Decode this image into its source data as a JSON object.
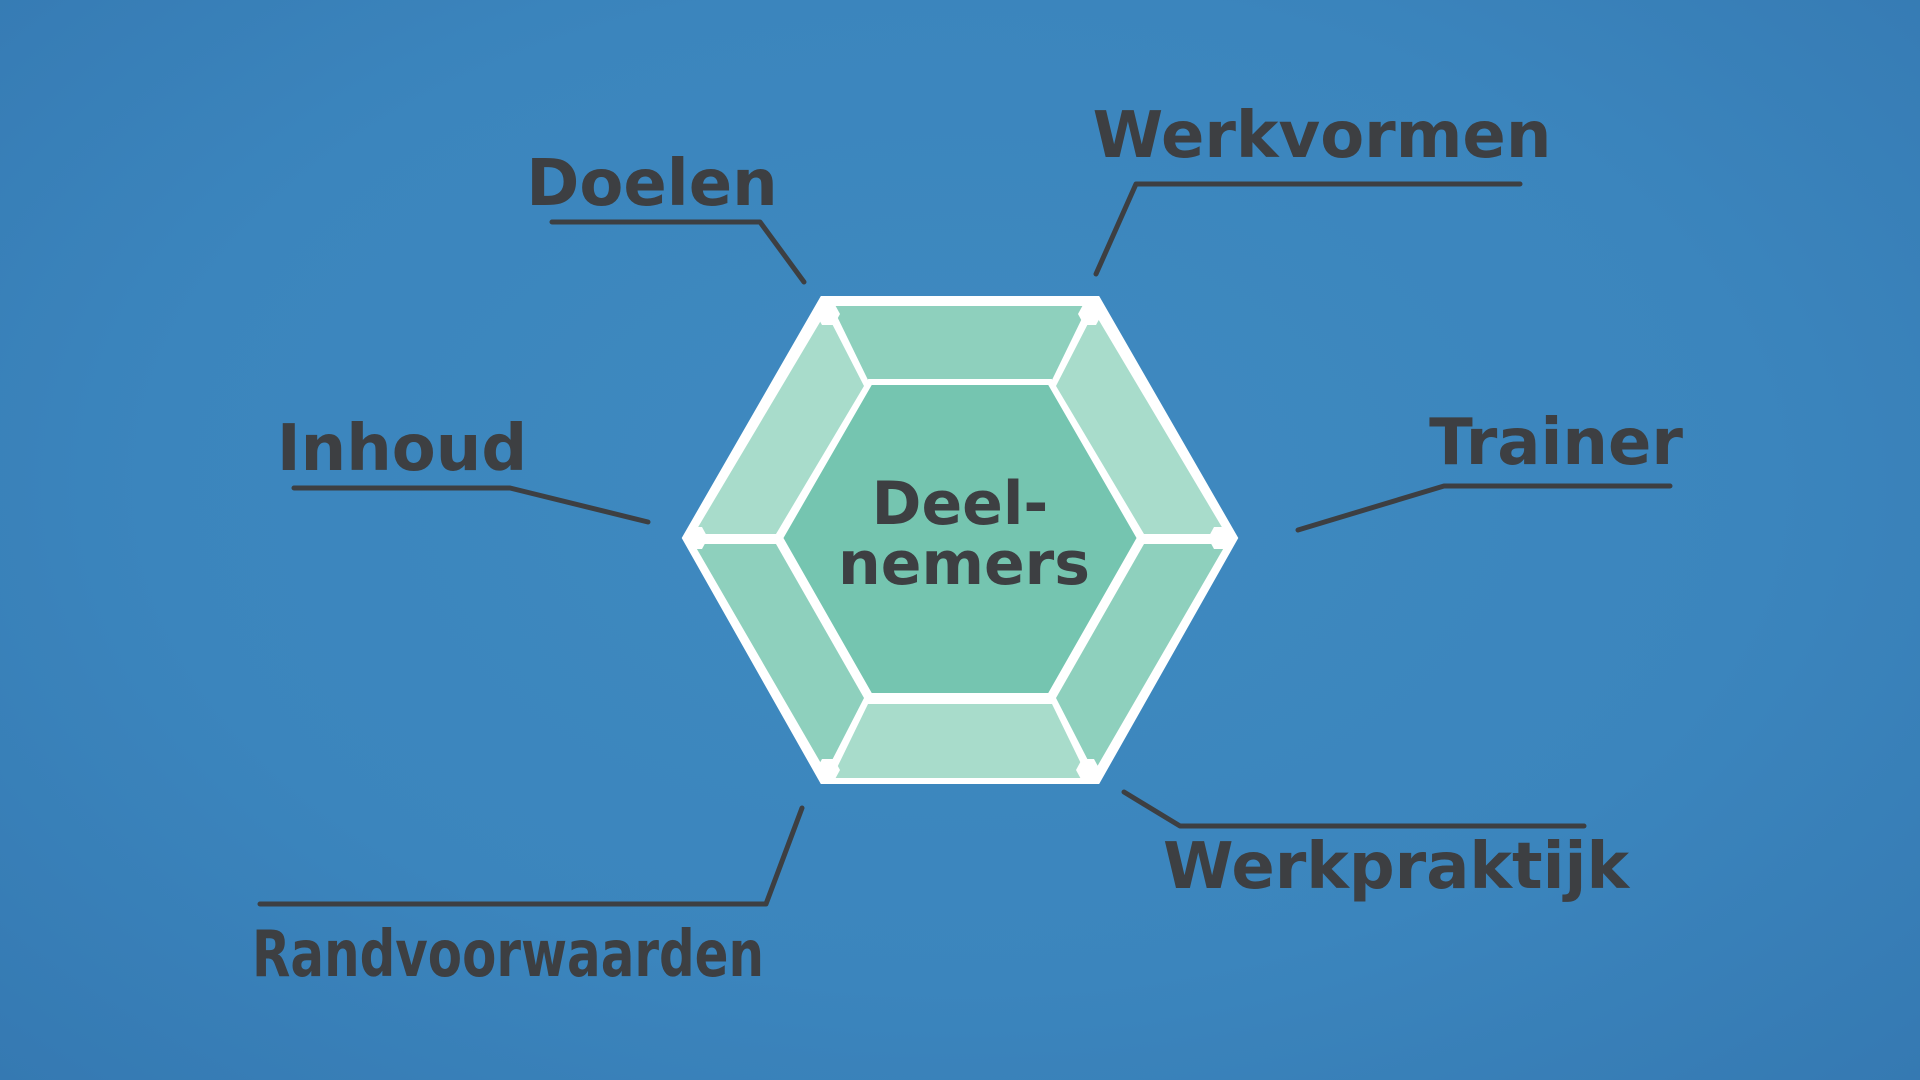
{
  "diagram": {
    "center": {
      "line1": "Deel-",
      "line2": "nemers"
    },
    "labels": {
      "doelen": "Doelen",
      "werkvormen": "Werkvormen",
      "inhoud": "Inhoud",
      "trainer": "Trainer",
      "randvoorwaarden": "Randvoorwaarden",
      "werkpraktijk": "Werkpraktijk"
    },
    "colors": {
      "background": "#3b85bd",
      "text": "#3d3f42",
      "connector": "#3d3f42",
      "outline": "#ffffff",
      "center": "#75c5b0",
      "segment_dark": "#8ed0bd",
      "segment_light": "#a8dccb"
    }
  }
}
